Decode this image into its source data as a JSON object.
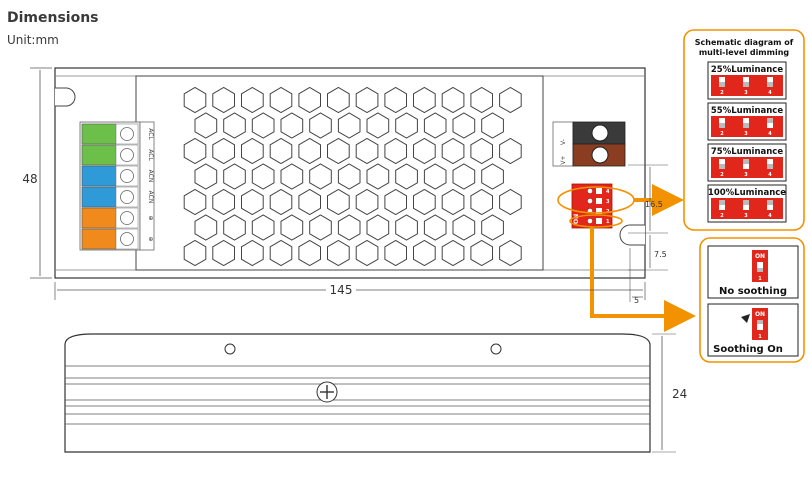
{
  "header": {
    "title": "Dimensions",
    "unit": "Unit:mm"
  },
  "dimensions": {
    "height": "48",
    "length": "145",
    "depth": "24",
    "dim_16_5": "16.5",
    "dim_7_5": "7.5",
    "dim_5": "5"
  },
  "terminals": {
    "input_labels": [
      "ACL",
      "ACL",
      "ACN",
      "ACN",
      "⊕",
      "⊕"
    ],
    "output_labels": [
      "V-",
      "V+"
    ],
    "colors": [
      "#6cc04a",
      "#6cc04a",
      "#2f9ad8",
      "#2f9ad8",
      "#f08a1c",
      "#f08a1c"
    ]
  },
  "dip_switch": {
    "on_label": "ON",
    "numbers": [
      "4",
      "3",
      "2",
      "1"
    ]
  },
  "dimming_panel": {
    "title_line1": "Schematic diagram of",
    "title_line2": "multi-level dimming",
    "levels": [
      {
        "label": "25%Luminance",
        "numbers": [
          "2",
          "3",
          "4"
        ]
      },
      {
        "label": "55%Luminance",
        "numbers": [
          "2",
          "3",
          "4"
        ]
      },
      {
        "label": "75%Luminance",
        "numbers": [
          "2",
          "3",
          "4"
        ]
      },
      {
        "label": "100%Luminance",
        "numbers": [
          "2",
          "3",
          "4"
        ]
      }
    ]
  },
  "soothing_panel": {
    "no_soothing": {
      "label": "No soothing",
      "on": "ON",
      "number": "1"
    },
    "soothing_on": {
      "label": "Soothing On",
      "on": "ON",
      "number": "1"
    }
  },
  "colors": {
    "accent_orange": "#f39200",
    "switch_red": "#e1261c",
    "panel_border": "#f39200"
  }
}
